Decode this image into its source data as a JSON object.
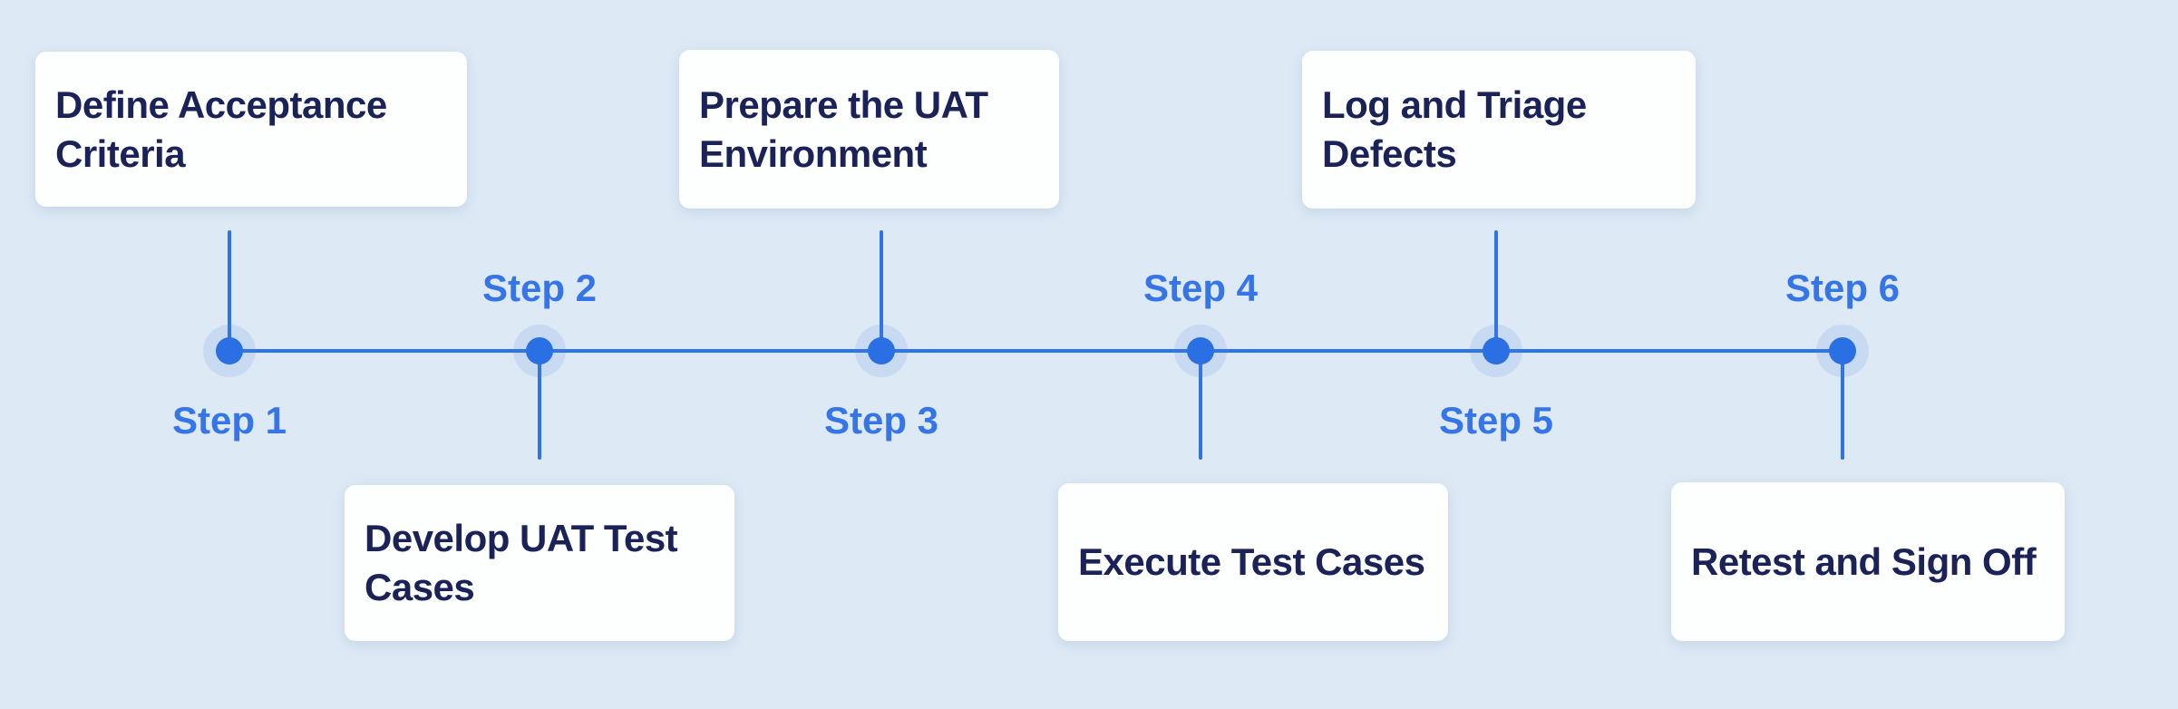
{
  "diagram": {
    "type": "horizontal-step-timeline",
    "subject": "UAT process steps"
  },
  "steps": [
    {
      "label": "Step 1",
      "title": "Define Acceptance Criteria",
      "card_position": "above"
    },
    {
      "label": "Step 2",
      "title": "Develop UAT Test Cases",
      "card_position": "below"
    },
    {
      "label": "Step 3",
      "title": "Prepare the UAT Environment",
      "card_position": "above"
    },
    {
      "label": "Step 4",
      "title": "Execute Test Cases",
      "card_position": "below"
    },
    {
      "label": "Step 5",
      "title": "Log and Triage Defects",
      "card_position": "above"
    },
    {
      "label": "Step 6",
      "title": "Retest and Sign Off",
      "card_position": "below"
    }
  ],
  "colors": {
    "background": "#dde9f5",
    "card_background": "#fdfefe",
    "card_text": "#1a2258",
    "timeline_blue": "#2e74e6",
    "dot_blue": "#2a6fe4",
    "step_label_blue": "#3575e8",
    "dot_halo": "rgba(80,130,220,0.14)"
  }
}
